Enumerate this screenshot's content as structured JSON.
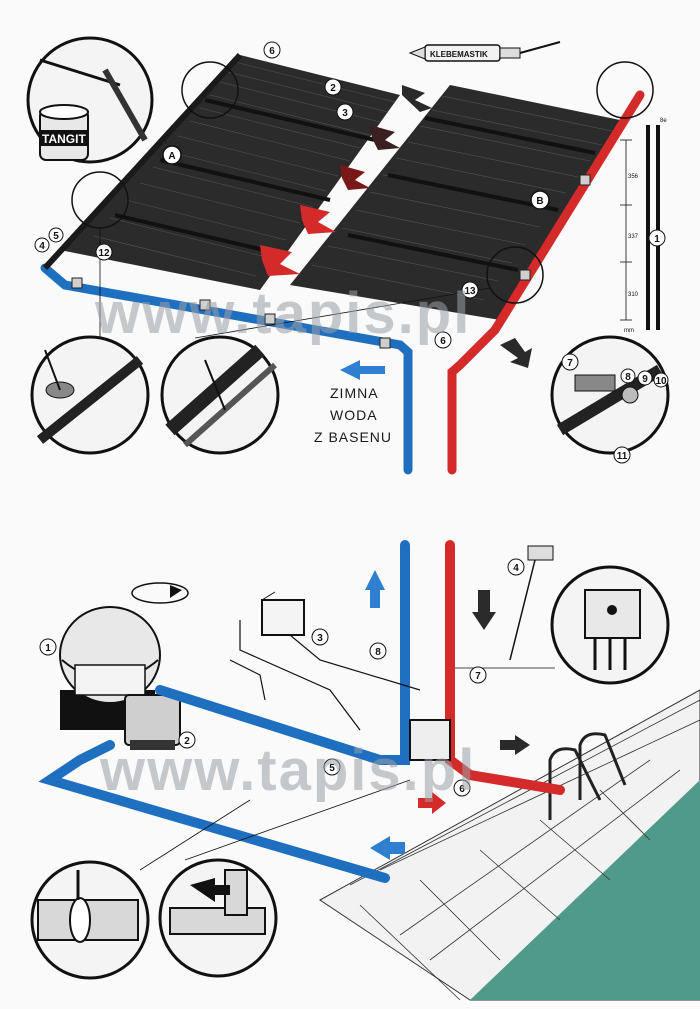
{
  "watermark": "www.tapis.pl",
  "cold_water_label": [
    "ZIMNA",
    "WODA",
    "Z BASENU"
  ],
  "product_labels": {
    "glue_can": "TANGIT",
    "sealant_tube": "KLEBEMASTIK"
  },
  "panel_labels": {
    "a": "A",
    "b": "B"
  },
  "dimension_scale": {
    "unit": "mm",
    "width_label": "8e",
    "segments": [
      "356",
      "337",
      "310"
    ]
  },
  "callouts_top": [
    "6",
    "2",
    "3",
    "4",
    "5",
    "12",
    "13",
    "6",
    "1",
    "7",
    "8",
    "9",
    "10",
    "11"
  ],
  "callouts_bottom": [
    "1",
    "2",
    "3",
    "4",
    "5",
    "6",
    "7",
    "8"
  ],
  "colors": {
    "cold_pipe": "#1f6fc0",
    "hot_pipe": "#d42a2a",
    "panel": "#2b2b2b",
    "pool_water": "#4f9a8a",
    "arrow_red": "#d42a2a",
    "arrow_dark": "#2a2a2a",
    "arrow_blue": "#2f7fd0"
  }
}
